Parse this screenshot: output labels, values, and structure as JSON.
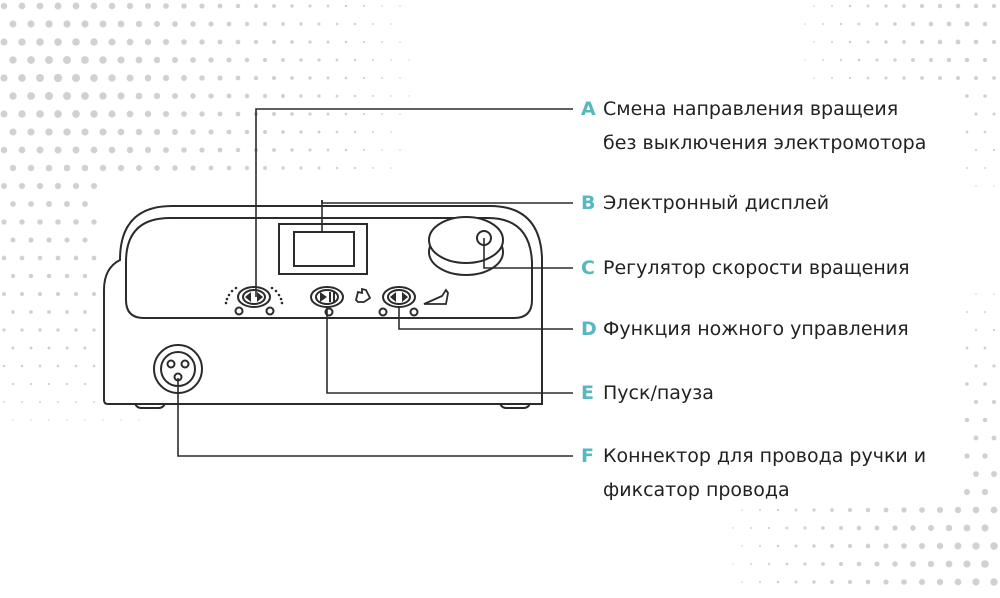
{
  "colors": {
    "accent": "#58b8c0",
    "stroke": "#2b2b2b",
    "dots": "#cfd2d4"
  },
  "callouts": [
    {
      "letter": "A",
      "line1": "Смена направления вращеия",
      "line2": "без выключения электромотора"
    },
    {
      "letter": "B",
      "line1": "Электронный дисплей",
      "line2": ""
    },
    {
      "letter": "C",
      "line1": "Регулятор скорости вращения",
      "line2": ""
    },
    {
      "letter": "D",
      "line1": "Функция ножного управления",
      "line2": ""
    },
    {
      "letter": "E",
      "line1": "Пуск/пауза",
      "line2": ""
    },
    {
      "letter": "F",
      "line1": "Коннектор для провода ручки и",
      "line2": "фиксатор провода"
    }
  ]
}
